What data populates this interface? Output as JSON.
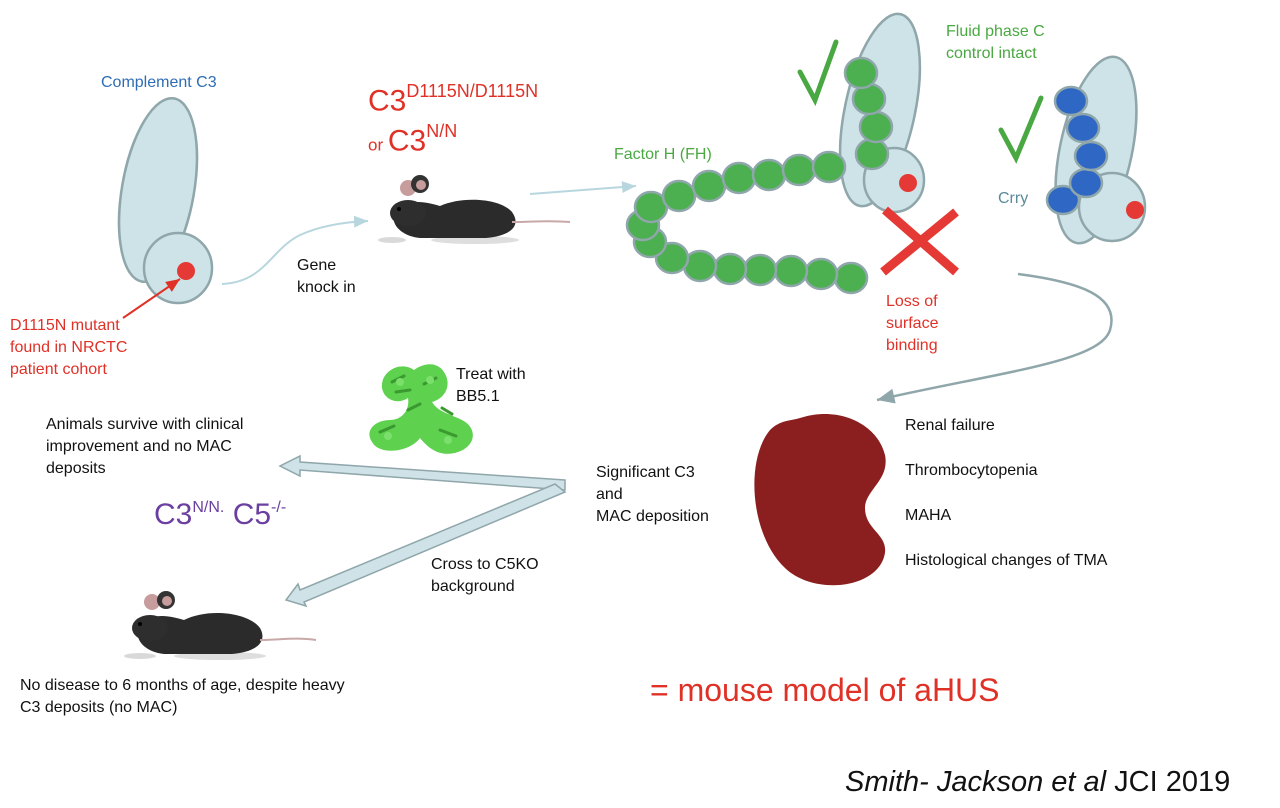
{
  "labels": {
    "complement_c3": "Complement C3",
    "mutant_line1": "D1115N mutant",
    "mutant_line2": "found in NRCTC",
    "mutant_line3": "patient cohort",
    "gene_line1": "Gene",
    "gene_line2": "knock in",
    "c3_base": "C3",
    "c3_sup": "D1115N/D1115N",
    "or_word": "or",
    "c3nn_base": "C3",
    "c3nn_sup": "N/N",
    "factor_h": "Factor H (FH)",
    "fluid_line1": "Fluid phase C",
    "fluid_line2": "control intact",
    "crry": "Crry",
    "loss_line1": "Loss of",
    "loss_line2": "surface",
    "loss_line3": "binding",
    "treat_line1": "Treat with",
    "treat_line2": "BB5.1",
    "survive_line1": "Animals survive with clinical",
    "survive_line2": "improvement and no MAC",
    "survive_line3": "deposits",
    "sig_line1": "Significant C3",
    "sig_line2": "and",
    "sig_line3": "MAC deposition",
    "combo_c3": "C3",
    "combo_c3_sup": "N/N.",
    "combo_c5": " C5",
    "combo_c5_sup": "-/-",
    "cross_line1": "Cross to C5KO",
    "cross_line2": "background",
    "no_disease_line1": "No disease to 6 months of age, despite heavy",
    "no_disease_line2": "C3 deposits (no MAC)",
    "mouse_model": "=  mouse model of aHUS",
    "citation_italic": "Smith- Jackson et al",
    "citation_rest": " JCI 2019"
  },
  "outcomes": [
    "Renal failure",
    "Thrombocytopenia",
    "MAHA",
    "Histological changes of TMA"
  ],
  "colors": {
    "blue_text": "#2e6db4",
    "red": "#e03127",
    "green": "#4aa843",
    "purple": "#6b3fa0",
    "shape_fill": "#cde3e8",
    "shape_stroke": "#8fa6ab",
    "fh_bead": "#4caf50",
    "crry_bead": "#2f67c4",
    "kidney": "#8b1f1f",
    "arrow": "#b8d6de"
  },
  "icons": [
    "checkmark-icon",
    "cross-x-icon",
    "mouse-icon",
    "kidney-icon",
    "antibody-icon"
  ]
}
